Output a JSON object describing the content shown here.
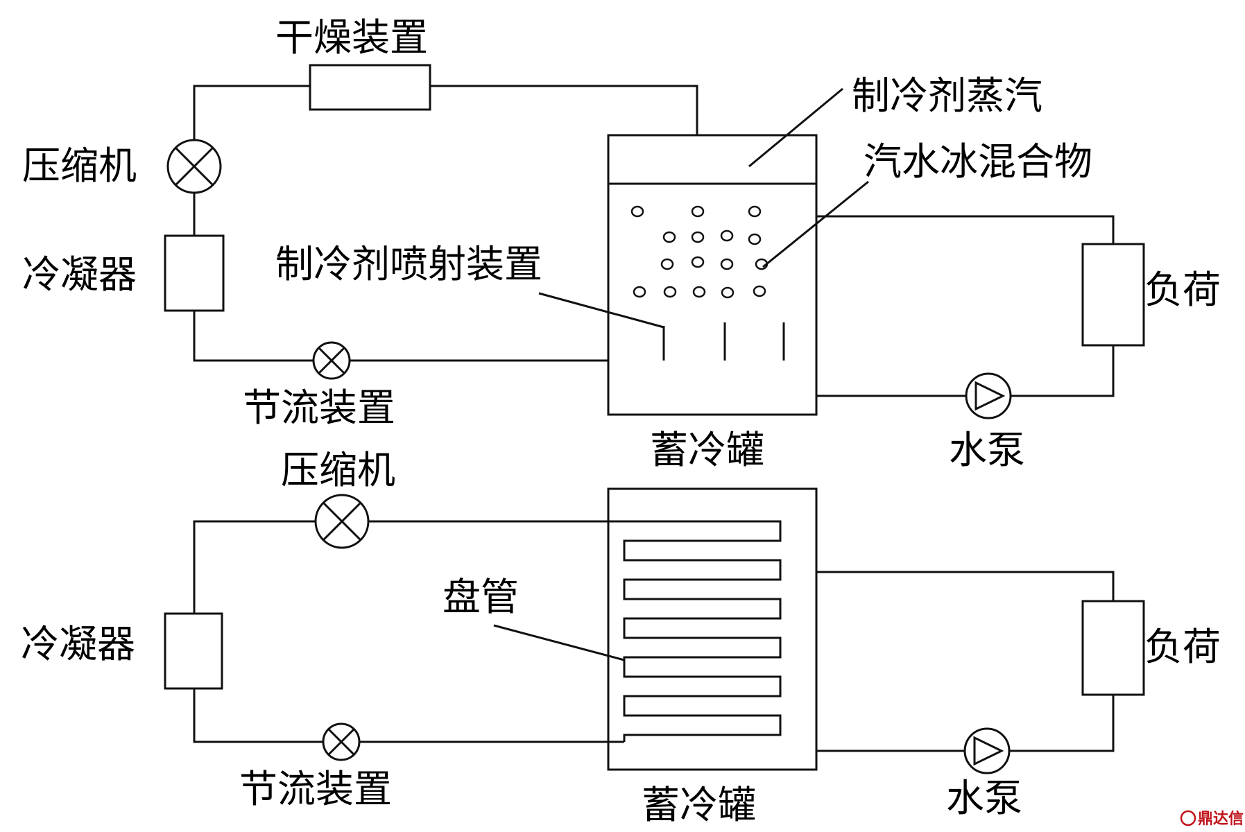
{
  "top_system": {
    "dryer": "干燥装置",
    "compressor": "压缩机",
    "condenser": "冷凝器",
    "throttle": "节流装置",
    "refrigerant_vapor": "制冷剂蒸汽",
    "mixture": "汽水冰混合物",
    "injector": "制冷剂喷射装置",
    "load": "负荷",
    "tank": "蓄冷罐",
    "pump": "水泵"
  },
  "bottom_system": {
    "compressor": "压缩机",
    "condenser": "冷凝器",
    "throttle": "节流装置",
    "coil": "盘管",
    "load": "负荷",
    "tank": "蓄冷罐",
    "pump": "水泵"
  },
  "watermark": "鼎达信"
}
